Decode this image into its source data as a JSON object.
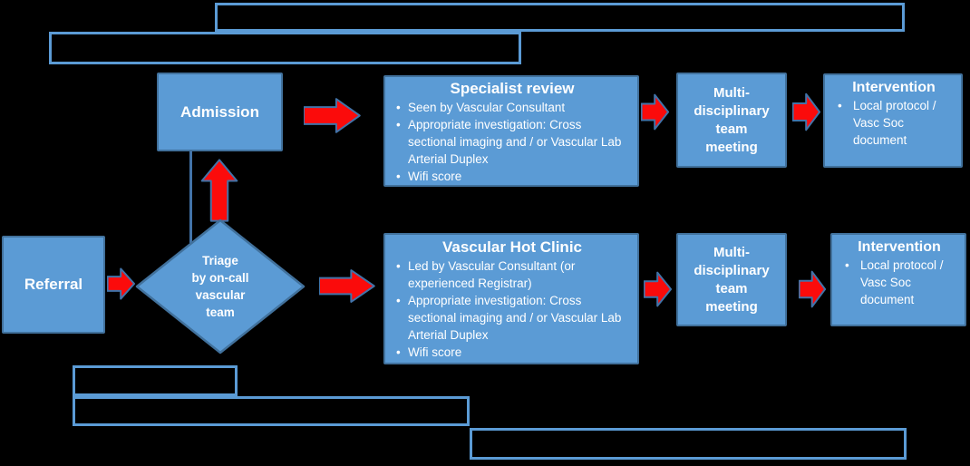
{
  "colors": {
    "background": "#000000",
    "box_fill": "#5b9bd5",
    "box_border": "#41719c",
    "outline_box_border": "#5b9bd5",
    "arrow_fill": "#fb0b0b",
    "arrow_border": "#4273a8",
    "text": "#ffffff"
  },
  "nodes": {
    "referral": {
      "label": "Referral"
    },
    "triage": {
      "lines": [
        "Triage",
        "by on-call",
        "vascular",
        "team"
      ]
    },
    "admission": {
      "label": "Admission"
    },
    "specialist_review": {
      "title": "Specialist review",
      "bullets": [
        "Seen by Vascular Consultant",
        "Appropriate investigation: Cross sectional imaging and / or Vascular Lab Arterial Duplex",
        "Wifi score"
      ]
    },
    "vascular_hot_clinic": {
      "title": "Vascular Hot Clinic",
      "bullets": [
        "Led by Vascular Consultant (or experienced Registrar)",
        "Appropriate investigation: Cross sectional imaging and / or Vascular Lab Arterial Duplex",
        "Wifi score"
      ]
    },
    "mdt_top": {
      "lines": [
        "Multi-",
        "disciplinary",
        "team",
        "meeting"
      ]
    },
    "intervention_top": {
      "title": "Intervention",
      "bullets": [
        "Local protocol / Vasc Soc document"
      ]
    },
    "mdt_bottom": {
      "lines": [
        "Multi-",
        "disciplinary",
        "team",
        "meeting"
      ]
    },
    "intervention_bottom": {
      "title": "Intervention",
      "bullets": [
        "Local protocol / Vasc Soc document"
      ]
    }
  }
}
